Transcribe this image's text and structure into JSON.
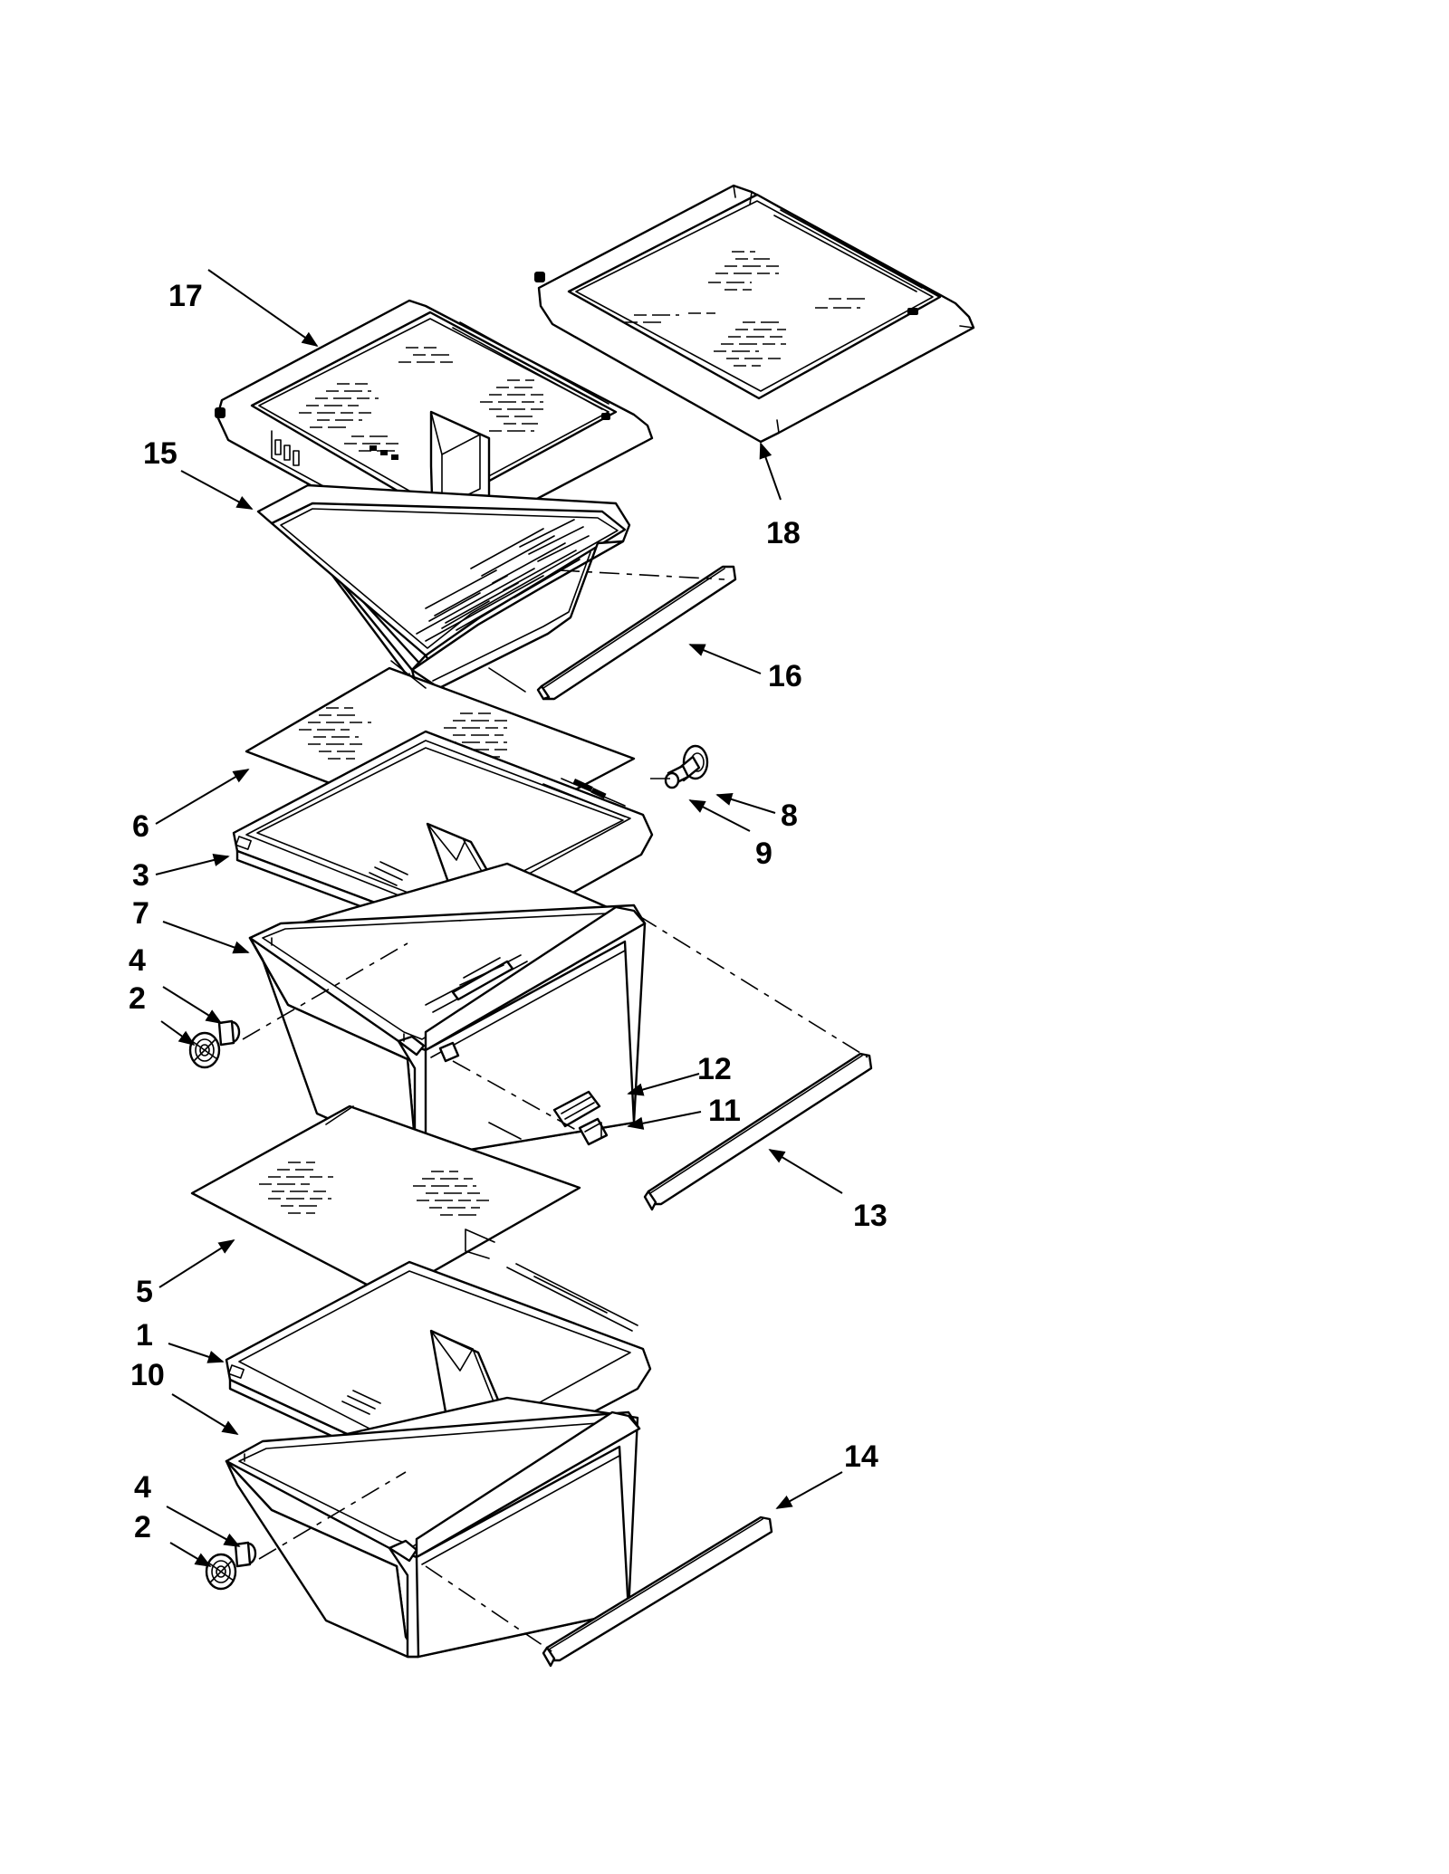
{
  "callouts": {
    "c1": "1",
    "c2a": "2",
    "c2b": "2",
    "c3": "3",
    "c4a": "4",
    "c4b": "4",
    "c5": "5",
    "c6": "6",
    "c7": "7",
    "c8": "8",
    "c9": "9",
    "c10": "10",
    "c11": "11",
    "c12": "12",
    "c13": "13",
    "c14": "14",
    "c15": "15",
    "c16": "16",
    "c17": "17",
    "c18": "18"
  },
  "colors": {
    "line": "#000000",
    "background": "#ffffff"
  }
}
